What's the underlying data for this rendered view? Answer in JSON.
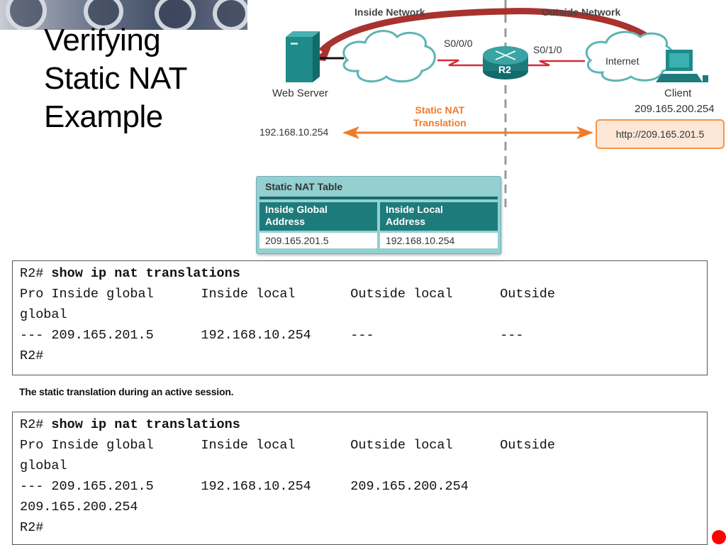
{
  "slide": {
    "title_lines": [
      "Verifying",
      "Static NAT",
      "Example"
    ]
  },
  "diagram": {
    "zones": {
      "inside": "Inside Network",
      "outside": "Outside Network"
    },
    "devices": {
      "web_server": {
        "label": "Web Server",
        "icon": "server-icon"
      },
      "router": {
        "label": "R2",
        "icon": "router-icon"
      },
      "internet": {
        "label": "Internet",
        "icon": "cloud-icon"
      },
      "client": {
        "label": "Client",
        "address": "209.165.200.254",
        "icon": "pc-icon"
      }
    },
    "interfaces": {
      "inside": "S0/0/0",
      "outside": "S0/1/0"
    },
    "translation_label": [
      "Static NAT",
      "Translation"
    ],
    "inside_local_address": "192.168.10.254",
    "client_url": "http://209.165.201.5",
    "nat_table": {
      "title": "Static NAT Table",
      "headers": [
        [
          "Inside Global",
          "Address"
        ],
        [
          "Inside Local",
          "Address"
        ]
      ],
      "rows": [
        [
          "209.165.201.5",
          "192.168.10.254"
        ]
      ]
    },
    "colors": {
      "teal": "#1e7b7b",
      "orange": "#f07b2a",
      "red_arrow": "#a8322e",
      "serial_link": "#d42a3a"
    }
  },
  "cli_before": {
    "prompt": "R2# ",
    "command": "show ip nat translations",
    "lines": [
      "Pro Inside global      Inside local       Outside local      Outside",
      "global",
      "--- 209.165.201.5      192.168.10.254     ---                ---",
      "R2#"
    ]
  },
  "caption": "The static translation during an active session.",
  "cli_after": {
    "prompt": "R2# ",
    "command": "show ip nat translations",
    "lines": [
      "Pro Inside global      Inside local       Outside local      Outside",
      "global",
      "--- 209.165.201.5      192.168.10.254     209.165.200.254",
      "209.165.200.254",
      "R2#"
    ]
  }
}
